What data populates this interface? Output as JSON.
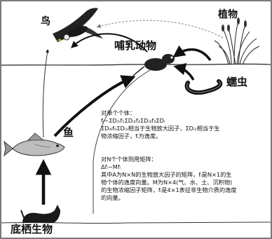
{
  "organisms": {
    "bird": "鸟",
    "plant": "植物",
    "mammal": "哺乳动物",
    "worm": "蠕虫",
    "fish": "鱼",
    "benthic": "底栖生物"
  },
  "formula_text": {
    "single_heading": "对单个个体：",
    "single_lines": [
      "fᵢ−ΣDᵢ₁f₁ΣDᵢ₂f₂ΣDᵢ₃f₃ΣDᵢ",
      "ΣDᵢ₀f₀ΣDᵢ₁相当于生物放大因子，ΣDᵢ₁相当于生",
      "物浓缩因子，fᵢ为逸度。"
    ],
    "matrix_heading": "对N个个体则用矩阵：",
    "matrix_lines": [
      "Δfᵢ−Mfᵢ",
      "其中A为N×N的生物放大因子的矩阵，fᵢ是N×1的生",
      "物个体的逸度向量。M为N×4(气、水、土、沉积物)",
      "的生物浓缩因子矩阵，fᵢ是4×1表征非生物介质的逸度",
      "的向量。"
    ]
  }
}
